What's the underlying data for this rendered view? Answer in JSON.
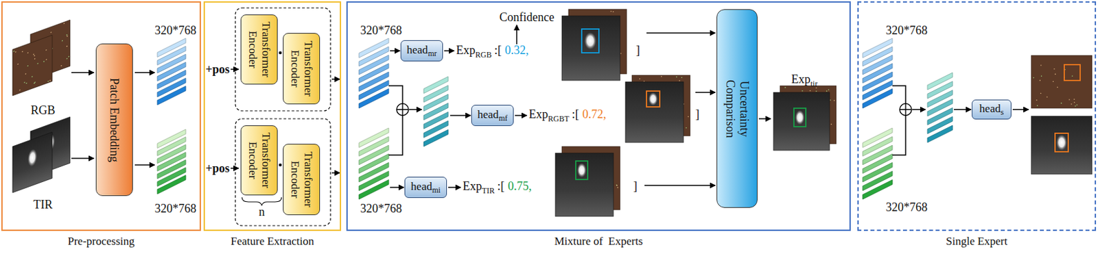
{
  "diagram": {
    "nodes": [
      {
        "text": [
          "Pre-processing"
        ]
      },
      {
        "text": [
          "Patch Embedding"
        ],
        "in": 0
      },
      {
        "text": [
          "Feature Extraction"
        ]
      },
      {
        "text": [
          "Transformer Encoder"
        ],
        "in": 2
      },
      {
        "text": [
          "Transformer Encoder"
        ],
        "in": 2
      },
      {
        "text": [
          "Transformer Encoder"
        ],
        "in": 2
      },
      {
        "text": [
          "Transformer Encoder"
        ],
        "in": 2
      },
      {
        "text": [
          "Mixture of  Experts"
        ]
      },
      {
        "text": [
          "head",
          "mr"
        ],
        "in": 7
      },
      {
        "text": [
          "head",
          "mf"
        ],
        "in": 7
      },
      {
        "text": [
          "head",
          "mi"
        ],
        "in": 7
      },
      {
        "text": [
          "Uncertainty Comparison"
        ],
        "in": 7
      },
      {
        "text": [
          "Single Expert"
        ]
      },
      {
        "text": [
          "head",
          "s"
        ],
        "in": 12
      }
    ],
    "labels": [
      "RGB",
      "TIR",
      "320*768",
      "320*768",
      "+pos",
      "+pos",
      "n",
      "320*768",
      "Confidence",
      "Exp",
      "RGB",
      ":[",
      "0.32,",
      "]",
      "Exp",
      "RGBT",
      ":[",
      "0.72,",
      "]",
      "Exp",
      "TIR",
      ":[",
      "0.75,",
      "]",
      "320*768",
      "Exp",
      "tir",
      "320*768",
      "320*768"
    ]
  }
}
